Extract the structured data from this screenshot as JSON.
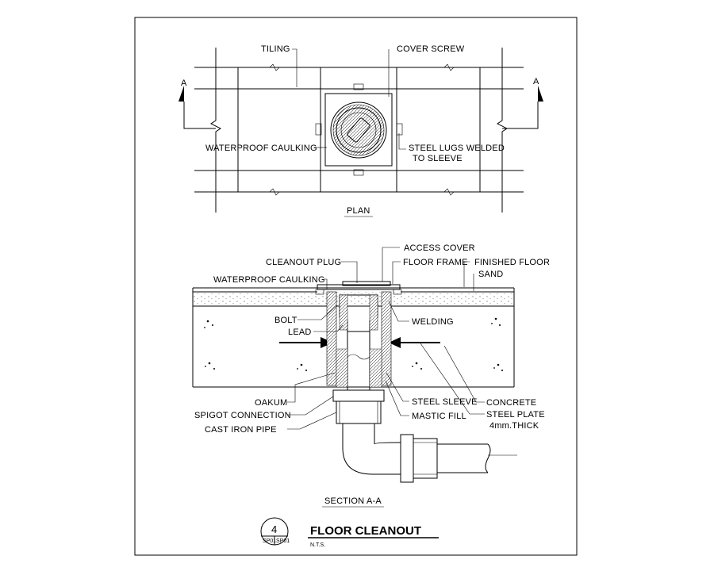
{
  "plan": {
    "tiling": "TILING",
    "cover_screw": "COVER SCREW",
    "waterproof_caulking": "WATERPROOF CAULKING",
    "steel_lugs_1": "STEEL LUGS WELDED",
    "steel_lugs_2": "TO SLEEVE",
    "section_mark_left": "A",
    "section_mark_right": "A",
    "caption": "PLAN"
  },
  "section": {
    "access_cover": "ACCESS COVER",
    "cleanout_plug": "CLEANOUT PLUG",
    "floor_frame": "FLOOR FRAME",
    "finished_floor": "FINISHED FLOOR",
    "waterproof_caulking": "WATERPROOF CAULKING",
    "sand": "SAND",
    "bolt": "BOLT",
    "lead": "LEAD",
    "welding": "WELDING",
    "oakum": "OAKUM",
    "spigot_connection": "SPIGOT CONNECTION",
    "cast_iron_pipe": "CAST IRON PIPE",
    "steel_sleeve": "STEEL SLEEVE",
    "concrete": "CONCRETE",
    "mastic_fill": "MASTIC FILL",
    "steel_plate": "STEEL PLATE",
    "steel_plate_thk": "4mm.THICK",
    "caption": "SECTION A-A"
  },
  "title_block": {
    "detail_number": "4",
    "sheet_left": "SP01",
    "sheet_right": "SP01",
    "title": "FLOOR CLEANOUT",
    "scale": "N.T.S."
  }
}
